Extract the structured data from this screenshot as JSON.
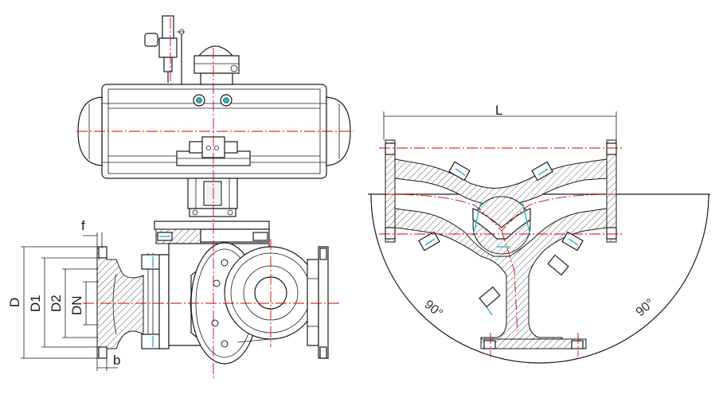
{
  "colors": {
    "line": "#1a1a1a",
    "centerline": "#d40000",
    "seal": "#22b8c8",
    "background": "#ffffff"
  },
  "side_view": {
    "dimensions": {
      "f": "f",
      "D": "D",
      "D1": "D1",
      "D2": "D2",
      "DN": "DN",
      "b": "b"
    }
  },
  "section_view": {
    "dimensions": {
      "L": "L"
    },
    "angles": {
      "left": "90°",
      "right": "90°"
    }
  }
}
